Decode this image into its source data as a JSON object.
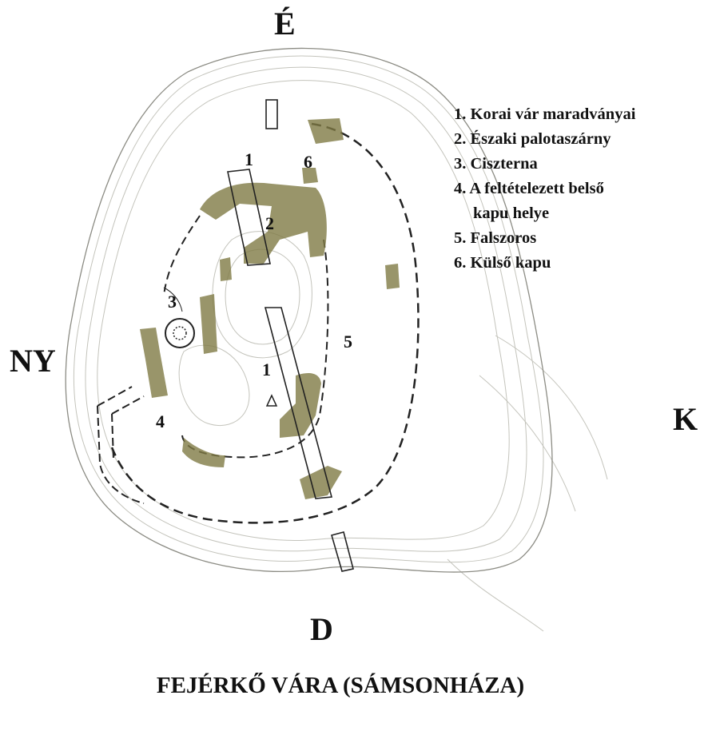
{
  "compass": {
    "north": "É",
    "west": "NY",
    "east": "K",
    "south": "D"
  },
  "markers": {
    "m1_north": "1",
    "m6": "6",
    "m2": "2",
    "m3": "3",
    "m5": "5",
    "m1_center": "1",
    "m4": "4"
  },
  "legend": [
    "1. Korai vár maradványai",
    "2. Északi palotaszárny",
    "3. Ciszterna",
    "4. A feltételezett belső",
    "kapu helye",
    "5. Falszoros",
    "6. Külső kapu"
  ],
  "title": "FEJÉRKŐ VÁRA (SÁMSONHÁZA)",
  "colors": {
    "wall": "#7f7a45",
    "contour": "#b8b8b0",
    "ink": "#222222"
  }
}
